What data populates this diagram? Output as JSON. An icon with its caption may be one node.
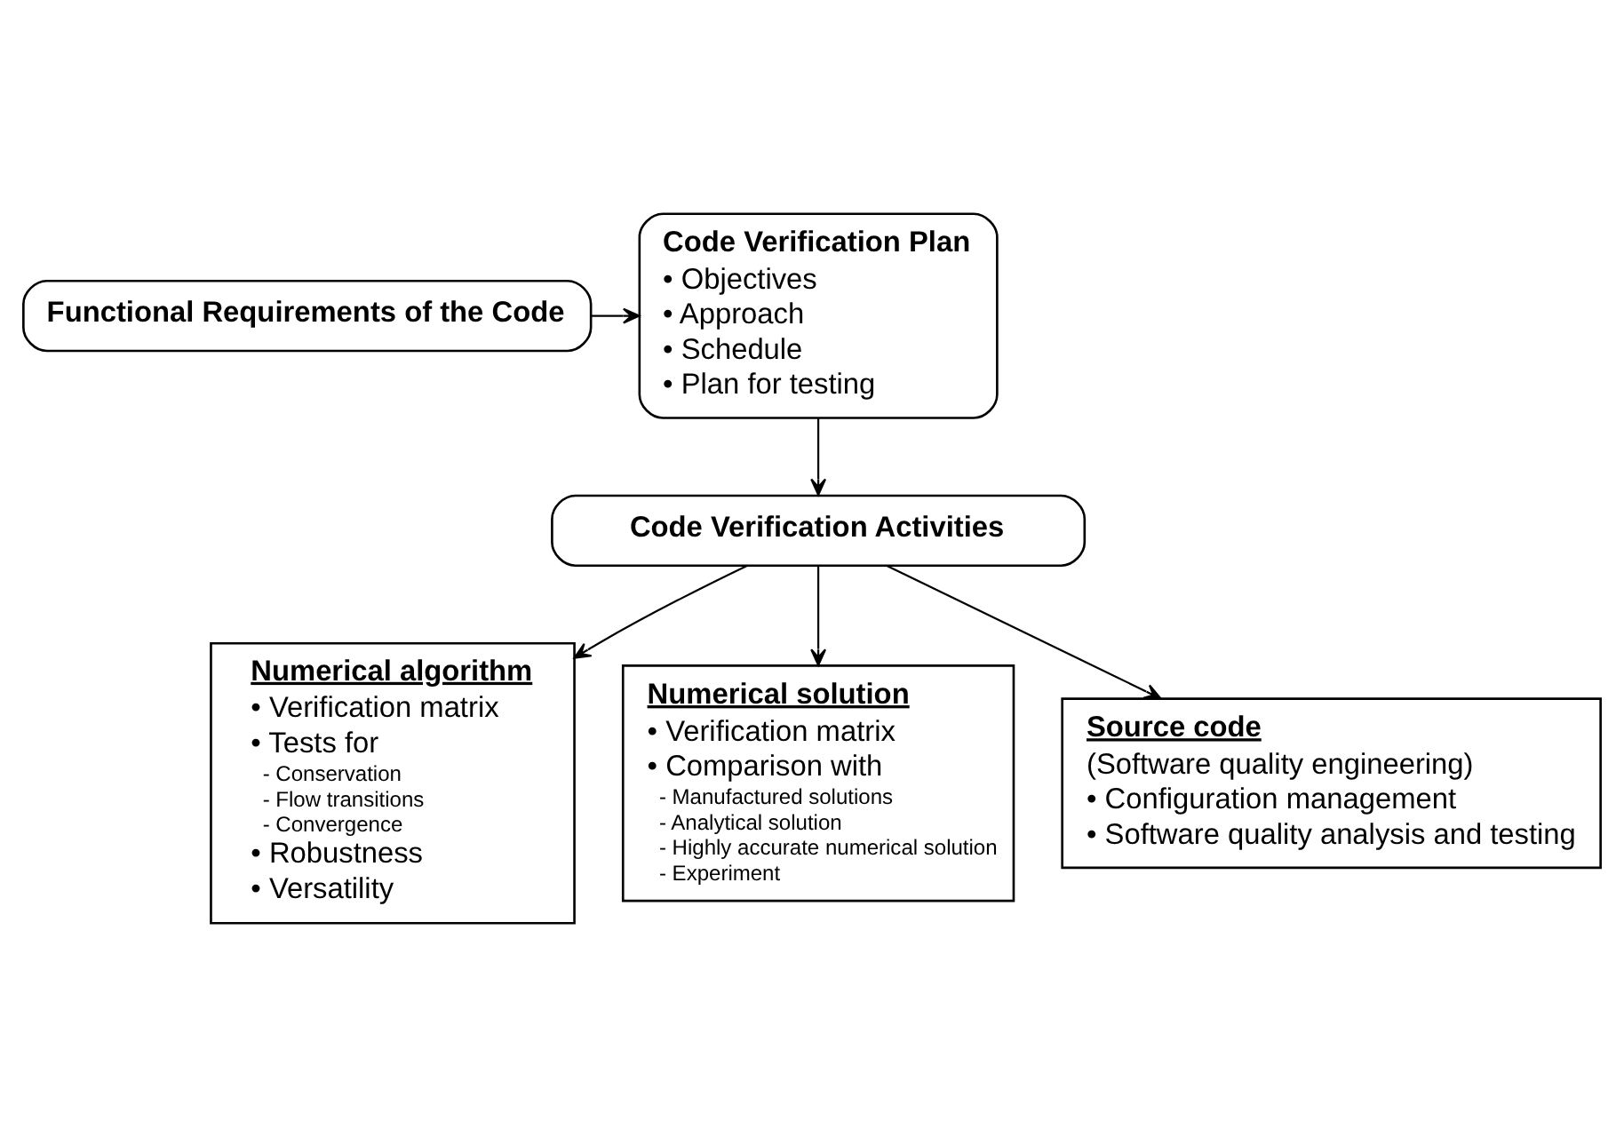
{
  "diagram": {
    "nodes": [
      {
        "text": [
          "Functional Requirements of the Code"
        ]
      },
      {
        "text": [
          "Code Verification Plan",
          "• Objectives",
          "• Approach",
          "• Schedule",
          "• Plan for testing"
        ]
      },
      {
        "text": [
          "Code Verification Activities"
        ]
      },
      {
        "text": [
          "Numerical algorithm",
          "• Verification matrix",
          "• Tests for",
          "- Conservation",
          "- Flow transitions",
          "- Convergence",
          "• Robustness",
          "• Versatility"
        ]
      },
      {
        "text": [
          "Numerical solution",
          "• Verification matrix",
          "• Comparison with",
          "- Manufactured solutions",
          "- Analytical solution",
          "- Highly accurate numerical solution",
          "- Experiment"
        ]
      },
      {
        "text": [
          "Source code",
          "(Software quality engineering)",
          "• Configuration management",
          "• Software quality analysis and testing"
        ]
      }
    ],
    "edges": [
      {
        "from": 0,
        "to": 1,
        "arrow": "to"
      },
      {
        "from": 1,
        "to": 2,
        "arrow": "to"
      },
      {
        "from": 2,
        "to": 3,
        "arrow": "to"
      },
      {
        "from": 2,
        "to": 4,
        "arrow": "to"
      },
      {
        "from": 2,
        "to": 5,
        "arrow": "to"
      }
    ]
  }
}
